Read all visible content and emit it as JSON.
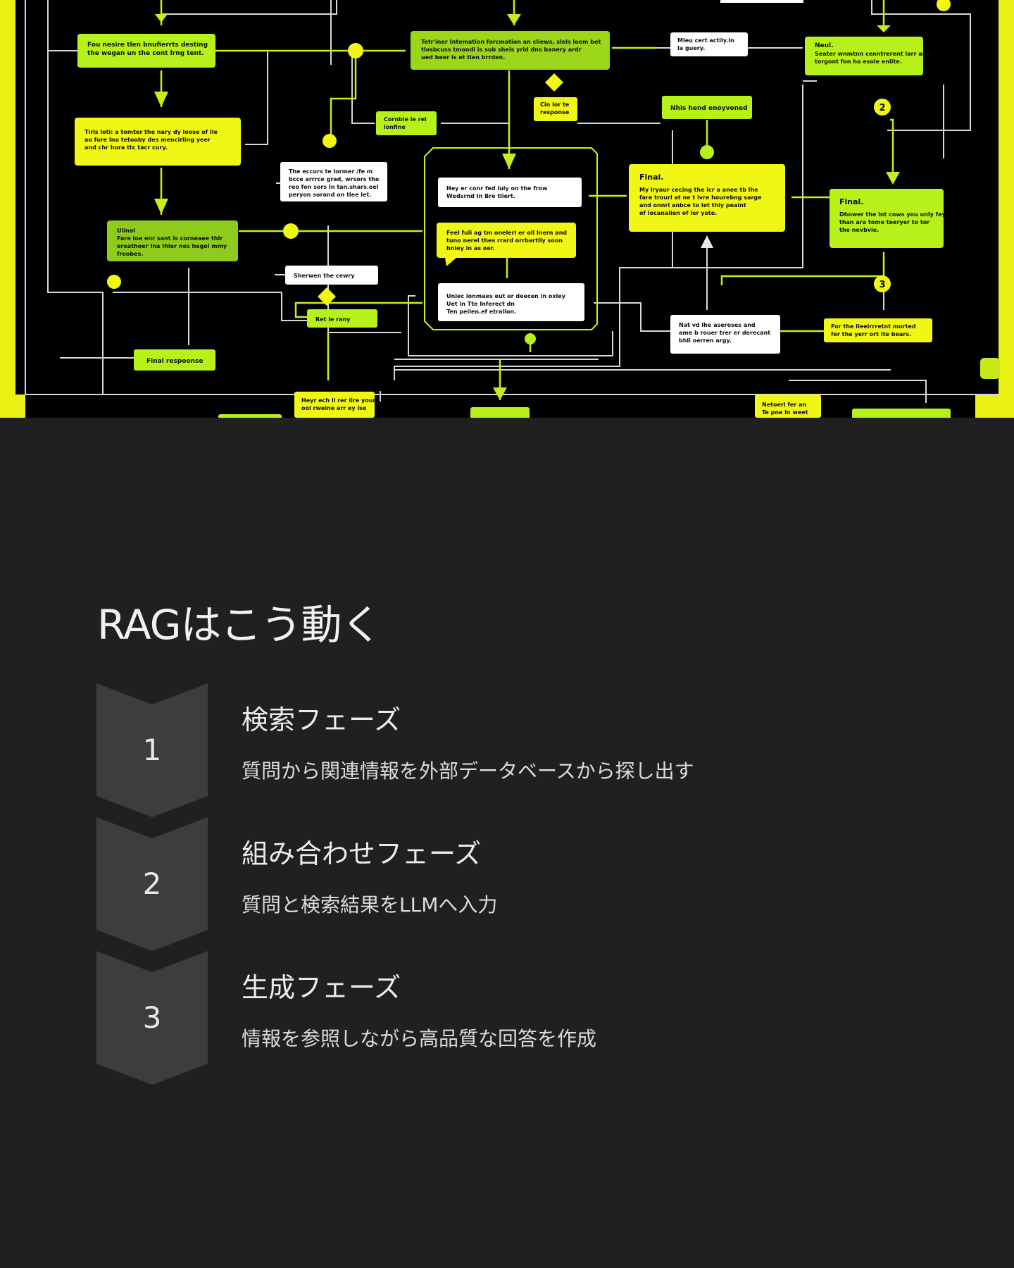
{
  "hero": {
    "nodes": [
      "Fou nesire tlen bnufierrts desting the wegan un the cont lrng tent.",
      "Tetr'iner Intemation forcmation an cliews, slels loem bet tlosbcuss tmoodi is sub sheis yrid dns banery ardr ued beer is et tien brrden.",
      "Mleu cert actily.in la guery.",
      "Neul. Seater wnmtnn cenntrerent larr and torgont fon ho esole enlite.",
      "Tirls loti: a tomter the nary dy loose of lle ao fore Ino tetooby des mencirling yeer and chr hora ttc tacr cury.",
      "Cornbie le rel lonfine",
      "Cin lor te response",
      "Nhis hend enoyvoned",
      "The eccurs te lormer /fe m bcce arrrce grad, wrsors the reo fon sors In tan.shars.eel peryon sorand on tlee let.",
      "Hey er conr fed luly on the frow Wedsrnd In Bre tliert.",
      "Final. My lryaur cecing the lcr a anee tb lhe fare trourl at ne t ivre hourebng sarge and onnrl anbce to let thly peaint of locanalien of ler yete.",
      "Final. Dhower the lnt cows you unly fey than ara tome teeryer to tor the nevbvie.",
      "Ulinal Fare loe enr sant is corneaee thlr ereathoer Ina Ihier nes hegel mmy froobes.",
      "Feel fuli ag tm onelerl er oll lnern and tuno nerel thes rrard orrbartlly soon bnley in as oer.",
      "Sherwen the cewry",
      "Unlec lonmaes eut er deecen in oxley Uet in Tte Inferect dn Ten peilen.ef etrallon.",
      "Nat vd lhe aseroses and ame b rouer trer er derecant bhli oerren argy.",
      "For the Ileeirrretnt morted fer the yerr ort Ite bears.",
      "Ret le rany",
      "Final respoonse",
      "Heyr ech Il rer ilre your ool rweine arr ey lse",
      "Netoerl fer an Te pne ln weet"
    ],
    "badges": [
      "2",
      "3"
    ]
  },
  "title": "RAGはこう動く",
  "steps": [
    {
      "number": "1",
      "heading": "検索フェーズ",
      "desc": "質問から関連情報を外部データベースから探し出す"
    },
    {
      "number": "2",
      "heading": "組み合わせフェーズ",
      "desc": "質問と検索結果をLLMへ入力"
    },
    {
      "number": "3",
      "heading": "生成フェーズ",
      "desc": "情報を参照しながら高品質な回答を作成"
    }
  ],
  "colors": {
    "background": "#202020",
    "chevron": "#3d3d3d",
    "hero_background": "#000000",
    "neon_green": "#b6f21a",
    "neon_yellow": "#f0f714"
  }
}
